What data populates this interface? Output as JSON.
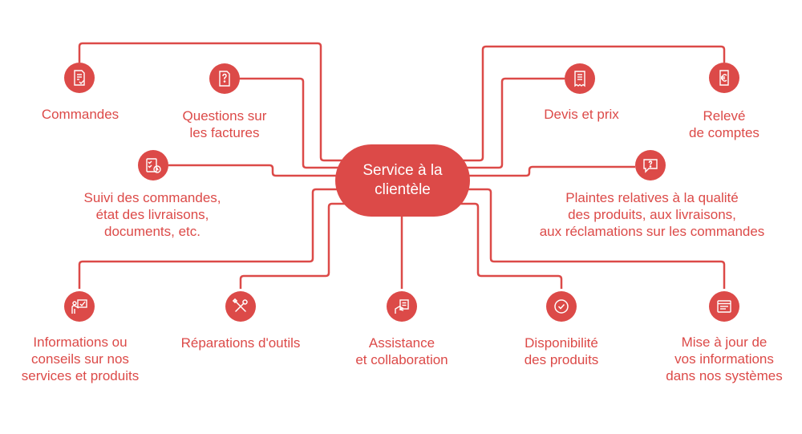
{
  "accent_color": "#dc4a48",
  "center": {
    "lines": [
      "Service à la",
      "clientèle"
    ]
  },
  "nodes": [
    {
      "id": "commandes",
      "icon": "order-document-icon",
      "lines": [
        "Commandes"
      ]
    },
    {
      "id": "questions-factures",
      "icon": "invoice-question-icon",
      "lines": [
        "Questions sur",
        "les factures"
      ]
    },
    {
      "id": "suivi-commandes",
      "icon": "checklist-clock-icon",
      "lines": [
        "Suivi des commandes,",
        "état des livraisons,",
        "documents, etc."
      ]
    },
    {
      "id": "informations-conseils",
      "icon": "presenter-board-icon",
      "lines": [
        "Informations ou",
        "conseils sur nos",
        "services et produits"
      ]
    },
    {
      "id": "reparations-outils",
      "icon": "wrench-screwdriver-icon",
      "lines": [
        "Réparations d'outils"
      ]
    },
    {
      "id": "assistance-collaboration",
      "icon": "hand-document-icon",
      "lines": [
        "Assistance",
        "et collaboration"
      ]
    },
    {
      "id": "disponibilite-produits",
      "icon": "check-circle-icon",
      "lines": [
        "Disponibilité",
        "des produits"
      ]
    },
    {
      "id": "mise-a-jour",
      "icon": "browser-window-icon",
      "lines": [
        "Mise à jour de",
        "vos informations",
        "dans nos systèmes"
      ]
    },
    {
      "id": "plaintes-qualite",
      "icon": "speech-bubble-question-icon",
      "lines": [
        "Plaintes relatives à la qualité",
        "des produits, aux livraisons,",
        "aux réclamations sur les commandes"
      ]
    },
    {
      "id": "devis-prix",
      "icon": "receipt-icon",
      "lines": [
        "Devis et prix"
      ]
    },
    {
      "id": "releve-comptes",
      "icon": "euro-statement-icon",
      "lines": [
        "Relevé",
        "de comptes"
      ]
    }
  ]
}
